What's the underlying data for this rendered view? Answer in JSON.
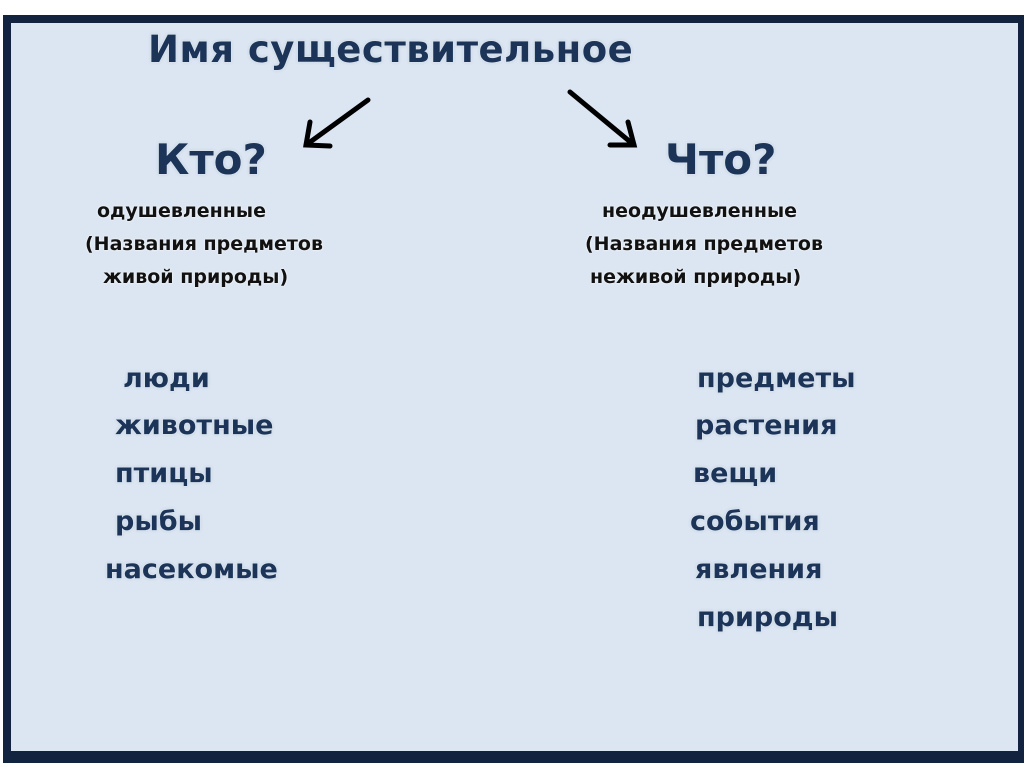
{
  "title": "Имя  существительное",
  "left": {
    "question": "Кто?",
    "kind": "одушевленные",
    "desc_line1": "(Названия предметов",
    "desc_line2": "живой природы)",
    "items": [
      "люди",
      "животные",
      "птицы",
      "рыбы",
      "насекомые"
    ]
  },
  "right": {
    "question": "Что?",
    "kind": "неодушевленные",
    "desc_line1": "(Названия предметов",
    "desc_line2": "неживой природы)",
    "items": [
      "предметы",
      "растения",
      "вещи",
      "события",
      "явления",
      "природы"
    ]
  }
}
